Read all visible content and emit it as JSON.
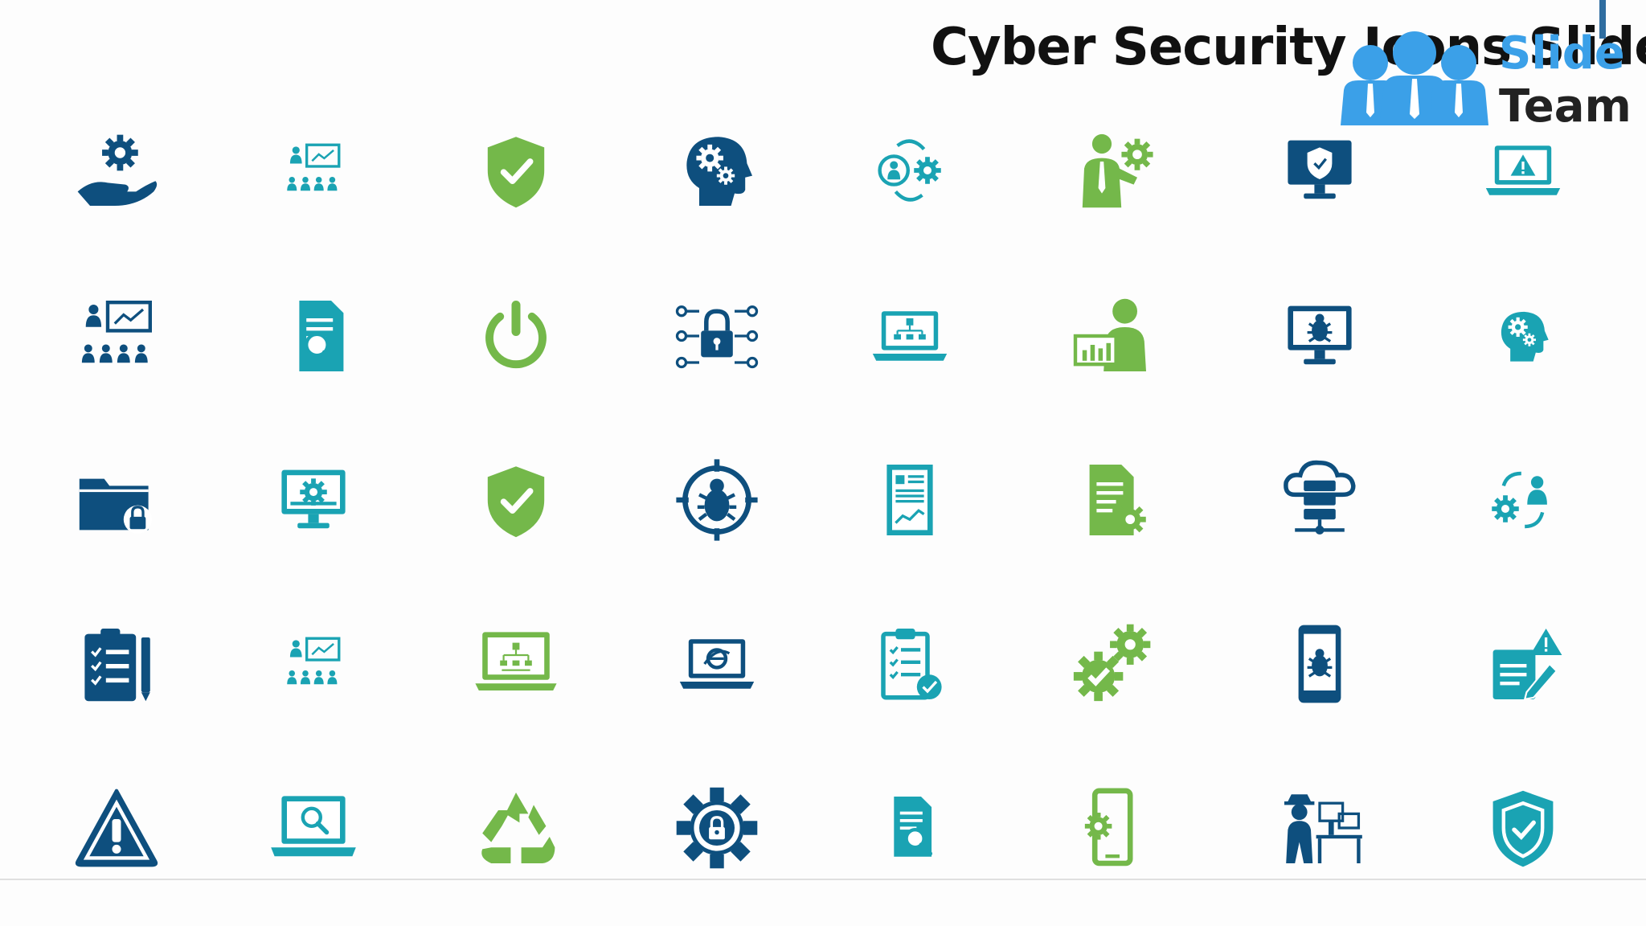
{
  "slide": {
    "title": "Cyber Security Icons Slide",
    "brand": {
      "word1": "Slide",
      "word2": "Team"
    }
  },
  "colors": {
    "navy": "#0e4f7e",
    "teal": "#1aa3b3",
    "green": "#74b84a",
    "blue": "#3ba0e8"
  },
  "icons": [
    {
      "row": 1,
      "col": 1,
      "name": "hand-gear-icon",
      "color": "navy"
    },
    {
      "row": 1,
      "col": 2,
      "name": "presentation-audience-icon",
      "color": "teal"
    },
    {
      "row": 1,
      "col": 3,
      "name": "shield-check-icon",
      "color": "green"
    },
    {
      "row": 1,
      "col": 4,
      "name": "head-gears-icon",
      "color": "navy"
    },
    {
      "row": 1,
      "col": 5,
      "name": "user-gear-cycle-icon",
      "color": "teal"
    },
    {
      "row": 1,
      "col": 6,
      "name": "businessman-gear-icon",
      "color": "green"
    },
    {
      "row": 1,
      "col": 7,
      "name": "monitor-shield-icon",
      "color": "navy"
    },
    {
      "row": 1,
      "col": 8,
      "name": "laptop-warning-icon",
      "color": "teal"
    },
    {
      "row": 2,
      "col": 1,
      "name": "presenter-board-icon",
      "color": "navy"
    },
    {
      "row": 2,
      "col": 2,
      "name": "document-search-icon",
      "color": "teal"
    },
    {
      "row": 2,
      "col": 3,
      "name": "power-icon",
      "color": "green"
    },
    {
      "row": 2,
      "col": 4,
      "name": "lock-circuit-icon",
      "color": "navy"
    },
    {
      "row": 2,
      "col": 5,
      "name": "laptop-hierarchy-icon",
      "color": "teal"
    },
    {
      "row": 2,
      "col": 6,
      "name": "user-analytics-icon",
      "color": "green"
    },
    {
      "row": 2,
      "col": 7,
      "name": "monitor-bug-icon",
      "color": "navy"
    },
    {
      "row": 2,
      "col": 8,
      "name": "head-gears-small-icon",
      "color": "teal"
    },
    {
      "row": 3,
      "col": 1,
      "name": "folder-lock-icon",
      "color": "navy"
    },
    {
      "row": 3,
      "col": 2,
      "name": "monitor-gear-icon",
      "color": "teal"
    },
    {
      "row": 3,
      "col": 3,
      "name": "shield-check-large-icon",
      "color": "green"
    },
    {
      "row": 3,
      "col": 4,
      "name": "bug-target-icon",
      "color": "navy"
    },
    {
      "row": 3,
      "col": 5,
      "name": "report-document-icon",
      "color": "teal"
    },
    {
      "row": 3,
      "col": 6,
      "name": "document-gear-icon",
      "color": "green"
    },
    {
      "row": 3,
      "col": 7,
      "name": "cloud-server-icon",
      "color": "navy"
    },
    {
      "row": 3,
      "col": 8,
      "name": "user-gear-sync-icon",
      "color": "teal"
    },
    {
      "row": 4,
      "col": 1,
      "name": "clipboard-checklist-icon",
      "color": "navy"
    },
    {
      "row": 4,
      "col": 2,
      "name": "presentation-audience-small-icon",
      "color": "teal"
    },
    {
      "row": 4,
      "col": 3,
      "name": "laptop-network-icon",
      "color": "green"
    },
    {
      "row": 4,
      "col": 4,
      "name": "laptop-browser-icon",
      "color": "navy"
    },
    {
      "row": 4,
      "col": 5,
      "name": "clipboard-approved-icon",
      "color": "teal"
    },
    {
      "row": 4,
      "col": 6,
      "name": "gears-check-icon",
      "color": "green"
    },
    {
      "row": 4,
      "col": 7,
      "name": "mobile-bug-icon",
      "color": "navy"
    },
    {
      "row": 4,
      "col": 8,
      "name": "document-edit-warning-icon",
      "color": "teal"
    },
    {
      "row": 5,
      "col": 1,
      "name": "warning-triangle-icon",
      "color": "navy"
    },
    {
      "row": 5,
      "col": 2,
      "name": "laptop-search-icon",
      "color": "teal"
    },
    {
      "row": 5,
      "col": 3,
      "name": "recycle-icon",
      "color": "green"
    },
    {
      "row": 5,
      "col": 4,
      "name": "gear-lock-icon",
      "color": "navy"
    },
    {
      "row": 5,
      "col": 5,
      "name": "document-search-small-icon",
      "color": "teal"
    },
    {
      "row": 5,
      "col": 6,
      "name": "mobile-gear-icon",
      "color": "green"
    },
    {
      "row": 5,
      "col": 7,
      "name": "spy-workstation-icon",
      "color": "navy"
    },
    {
      "row": 5,
      "col": 8,
      "name": "shield-badge-check-icon",
      "color": "teal"
    }
  ]
}
